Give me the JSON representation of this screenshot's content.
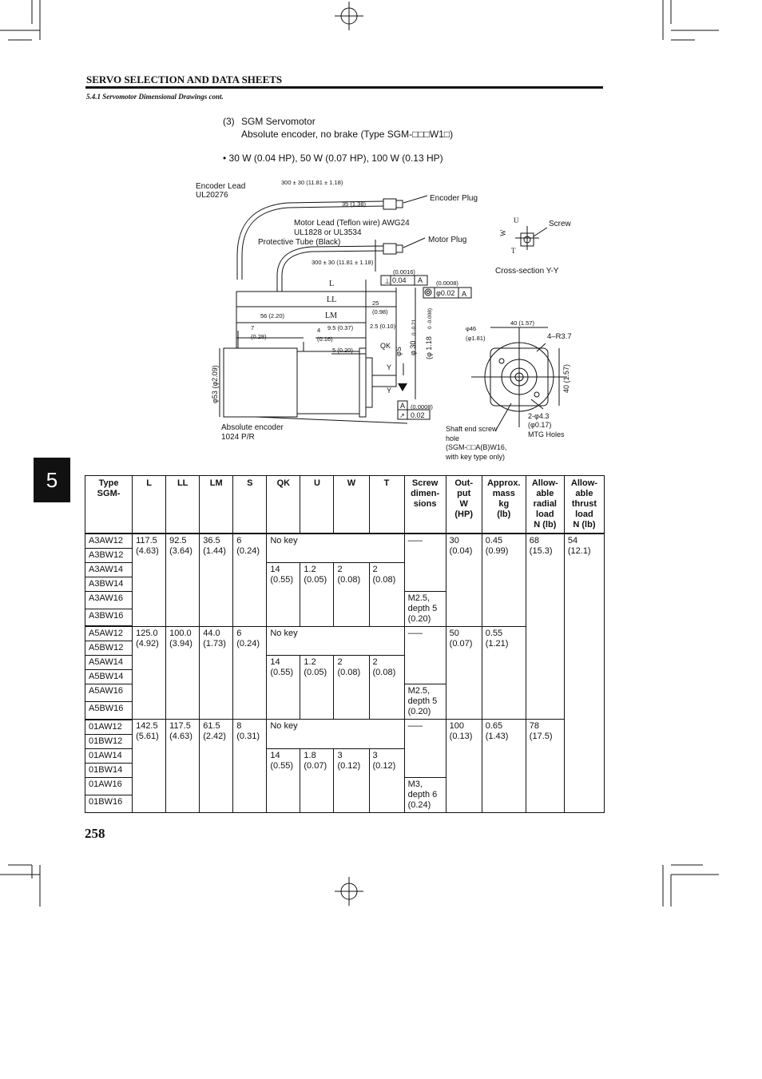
{
  "header": {
    "section_title": "SERVO SELECTION AND DATA SHEETS",
    "subsection": "5.4.1 Servomotor Dimensional Drawings cont."
  },
  "tab_marker": "5",
  "intro": {
    "number": "(3)",
    "title": "SGM Servomotor",
    "subtitle": "Absolute encoder, no brake (Type SGM-□□□W1□)",
    "rating": "• 30 W (0.04 HP), 50 W (0.07 HP), 100 W (0.13 HP)"
  },
  "drawing": {
    "encoder_lead": "Encoder Lead",
    "ul20276": "UL20276",
    "dim_300_top": "300 ± 30 (11.81 ± 1.18)",
    "dim_35": "35 (1.38)",
    "encoder_plug": "Encoder Plug",
    "motor_lead": "Motor Lead (Teflon wire) AWG24",
    "ul1828": "UL1828 or UL3534",
    "protective_tube": "Protective Tube (Black)",
    "motor_plug": "Motor Plug",
    "dim_300_bottom": "300 ± 30 (11.81 ± 1.18)",
    "lbl_L": "L",
    "lbl_LL": "LL",
    "lbl_LM": "LM",
    "dim_56": "56 (2.20)",
    "dim_25": "25",
    "dim_25_in": "(0.98)",
    "dim_7": "7",
    "dim_7_in": "(0.28)",
    "dim_4": "4",
    "dim_4_in": "(0.16)",
    "dim_9_5": "9.5 (0.37)",
    "dim_2_5": "2.5  (0.10)",
    "dim_5": "5 (0.20)",
    "lbl_QK": "QK",
    "lbl_S": "φS",
    "dim_phi30": "φ 30",
    "dim_phi30_tol": "0\n-0.21",
    "dim_phi118": "(φ 1.18",
    "dim_phi118_tol": "0\n-0.008)",
    "perp_in": "(0.0016)",
    "perp_val": "0.04",
    "perp_ref": "A",
    "conc_in": "(0.0008)",
    "conc_val": "φ0.02",
    "conc_ref": "A",
    "phi53": "φ53 (φ2.09)",
    "lbl_Y1": "Y",
    "lbl_Y2": "Y",
    "datum_A": "A",
    "runout_in": "(0.0008)",
    "runout_val": "0.02",
    "abs_encoder": "Absolute encoder",
    "ppr": "1024 P/R",
    "lbl_U": "U",
    "lbl_W": "W",
    "lbl_T": "T",
    "screw": "Screw",
    "cross_section": "Cross-section Y-Y",
    "dim_40_top": "40 (1.57)",
    "phi46": "φ46",
    "phi46_in": "(φ1.81)",
    "r37": "4–R3.7",
    "dim_40_side": "40 (1.57)",
    "shaft_end": "Shaft end screw",
    "hole": "hole",
    "sgm_note": "(SGM-□□A(B)W16,",
    "key_only": "with key type only)",
    "mtg1": "2-φ4.3",
    "mtg2": "(φ0.17)",
    "mtg3": "MTG Holes"
  },
  "table": {
    "headers": {
      "type": "Type\nSGM-",
      "L": "L",
      "LL": "LL",
      "LM": "LM",
      "S": "S",
      "QK": "QK",
      "U": "U",
      "W": "W",
      "T": "T",
      "screw": "Screw\ndimen-\nsions",
      "output": "Out-\nput\nW\n(HP)",
      "mass": "Approx.\nmass\nkg\n(lb)",
      "radial": "Allow-\nable\nradial\nload\nN (lb)",
      "thrust": "Allow-\nable\nthrust\nload\nN (lb)"
    },
    "groups": [
      {
        "types": [
          "A3AW12",
          "A3BW12",
          "A3AW14",
          "A3BW14",
          "A3AW16",
          "A3BW16"
        ],
        "L": "117.5\n(4.63)",
        "LL": "92.5\n(3.64)",
        "LM": "36.5\n(1.44)",
        "S": "6\n(0.24)",
        "nokey": "No key",
        "dash": "–––",
        "QK": "14\n(0.55)",
        "U": "1.2\n(0.05)",
        "W": "2\n(0.08)",
        "T": "2\n(0.08)",
        "screw": "M2.5,\ndepth 5\n(0.20)",
        "output": "30\n(0.04)",
        "mass": "0.45\n(0.99)",
        "radial": "68\n(15.3)",
        "thrust": "54\n(12.1)"
      },
      {
        "types": [
          "A5AW12",
          "A5BW12",
          "A5AW14",
          "A5BW14",
          "A5AW16",
          "A5BW16"
        ],
        "L": "125.0\n(4.92)",
        "LL": "100.0\n(3.94)",
        "LM": "44.0\n(1.73)",
        "S": "6\n(0.24)",
        "nokey": "No key",
        "dash": "–––",
        "QK": "14\n(0.55)",
        "U": "1.2\n(0.05)",
        "W": "2\n(0.08)",
        "T": "2\n(0.08)",
        "screw": "M2.5,\ndepth 5\n(0.20)",
        "output": "50\n(0.07)",
        "mass": "0.55\n(1.21)"
      },
      {
        "types": [
          "01AW12",
          "01BW12",
          "01AW14",
          "01BW14",
          "01AW16",
          "01BW16"
        ],
        "L": "142.5\n(5.61)",
        "LL": "117.5\n(4.63)",
        "LM": "61.5\n(2.42)",
        "S": "8\n(0.31)",
        "nokey": "No key",
        "dash": "–––",
        "QK": "14\n(0.55)",
        "U": "1.8\n(0.07)",
        "W": "3\n(0.12)",
        "T": "3\n(0.12)",
        "screw": "M3,\ndepth 6\n(0.24)",
        "output": "100\n(0.13)",
        "mass": "0.65\n(1.43)",
        "radial": "78\n(17.5)"
      }
    ]
  },
  "page_number": "258"
}
